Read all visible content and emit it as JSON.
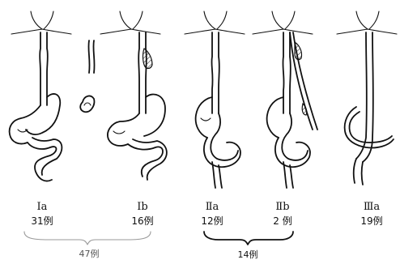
{
  "panels": [
    {
      "type": "Ⅰa",
      "count": "31例"
    },
    {
      "type": "Ⅰb",
      "count": "16例"
    },
    {
      "type": "Ⅱa",
      "count": "12例"
    },
    {
      "type": "Ⅱb",
      "count": "2 例"
    },
    {
      "type": "Ⅲa",
      "count": "19例"
    }
  ],
  "groups": [
    {
      "total": "47例"
    },
    {
      "total": "14例"
    }
  ]
}
